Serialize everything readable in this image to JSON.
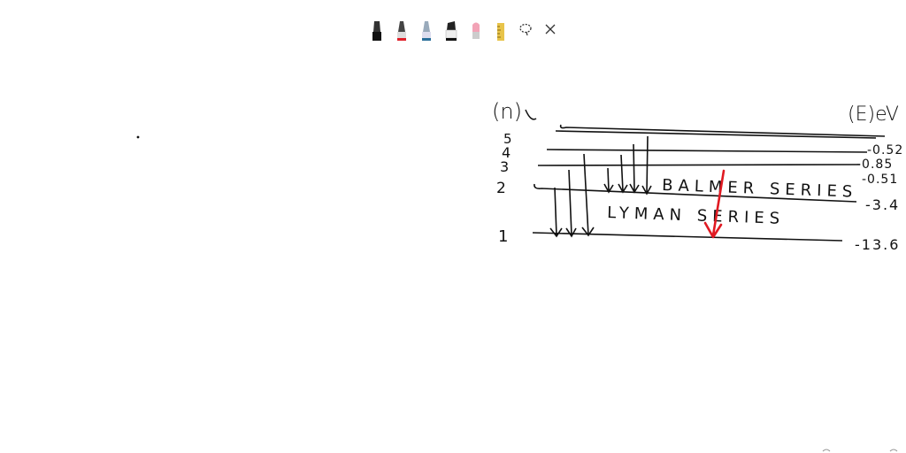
{
  "toolbar": {
    "tools": [
      {
        "icon": "black-marker-icon",
        "color": "#111111"
      },
      {
        "icon": "red-marker-icon",
        "color": "#e0202a"
      },
      {
        "icon": "blue-marker-icon",
        "color": "#2a6f9a"
      },
      {
        "icon": "black-highlighter-icon",
        "color": "#111111"
      },
      {
        "icon": "eraser-icon",
        "color": "#f2a3b6"
      },
      {
        "icon": "ruler-icon",
        "color": "#e8c44a"
      },
      {
        "icon": "lasso-icon",
        "color": "#333333"
      },
      {
        "icon": "close-icon",
        "color": "#333333"
      }
    ]
  },
  "diagram": {
    "n_label": "(n)",
    "energy_label": "(E)eV",
    "levels": [
      {
        "n": "5",
        "energy": "-0.52"
      },
      {
        "n": "4",
        "energy": "-0.85"
      },
      {
        "n": "3",
        "energy": "-0.51"
      },
      {
        "n": "2",
        "energy": "-3.4"
      },
      {
        "n": "1",
        "energy": "-13.6"
      }
    ],
    "balmer_label": "BALMER SERIES",
    "lyman_label": "LYMAN SERIES",
    "ink_color": "#111111",
    "highlight_color": "#e01a22"
  }
}
